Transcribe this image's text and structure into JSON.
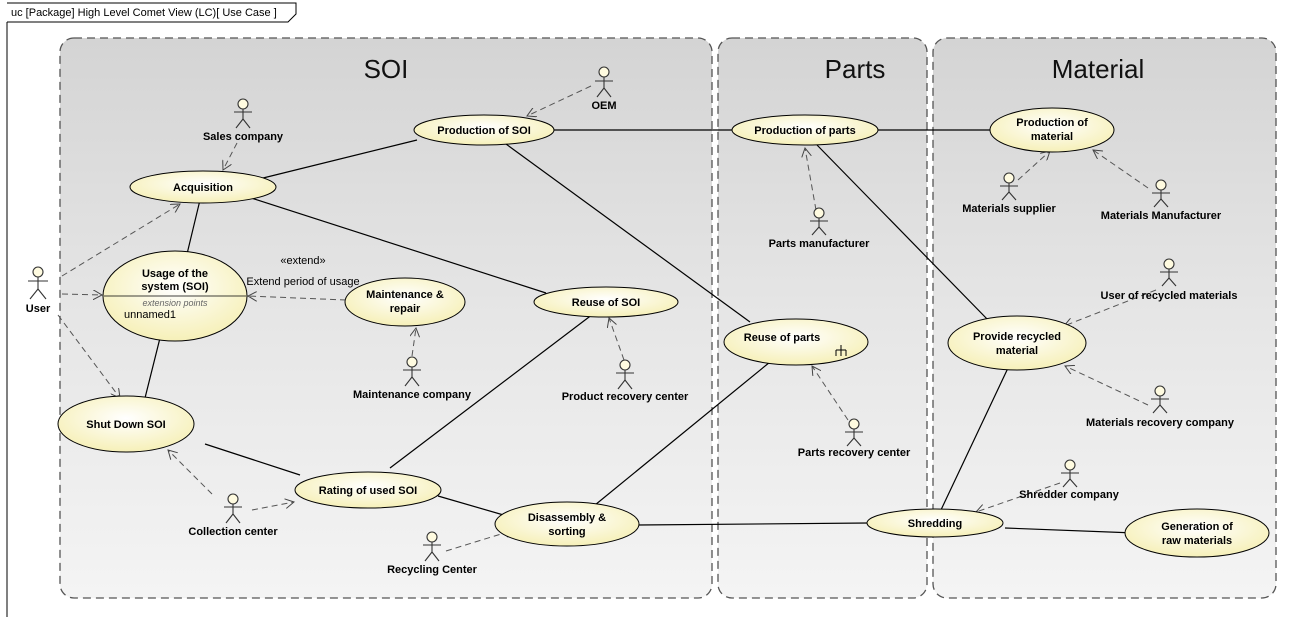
{
  "diagram_header": "uc [Package] High Level Comet View (LC)[ Use Case ]",
  "packages": {
    "soi": "SOI",
    "parts": "Parts",
    "material": "Material"
  },
  "use_cases": {
    "production_of_soi": "Production of SOI",
    "acquisition": "Acquisition",
    "usage_line1": "Usage of the",
    "usage_line2": "system (SOI)",
    "usage_ext_points": "extension points",
    "usage_ext_name": "unnamed1",
    "maintenance_line1": "Maintenance &",
    "maintenance_line2": "repair",
    "reuse_of_soi": "Reuse of SOI",
    "shut_down_soi": "Shut Down SOI",
    "rating_of_used_soi": "Rating of used SOI",
    "disassembly_line1": "Disassembly &",
    "disassembly_line2": "sorting",
    "production_of_parts": "Production of parts",
    "reuse_of_parts": "Reuse of parts",
    "production_material_line1": "Production of",
    "production_material_line2": "material",
    "provide_recycled_line1": "Provide recycled",
    "provide_recycled_line2": "material",
    "shredding": "Shredding",
    "generation_line1": "Generation of",
    "generation_line2": "raw materials"
  },
  "actors": {
    "user": "User",
    "oem": "OEM",
    "sales_company": "Sales company",
    "maintenance_company": "Maintenance company",
    "product_recovery_center": "Product recovery center",
    "collection_center": "Collection center",
    "recycling_center": "Recycling Center",
    "parts_manufacturer": "Parts manufacturer",
    "parts_recovery_center": "Parts recovery center",
    "materials_supplier": "Materials supplier",
    "materials_manufacturer": "Materials Manufacturer",
    "user_of_recycled_materials": "User of recycled materials",
    "materials_recovery_company": "Materials recovery company",
    "shredder_company": "Shredder company"
  },
  "extend": {
    "stereotype": "«extend»",
    "condition": "Extend period of usage"
  }
}
